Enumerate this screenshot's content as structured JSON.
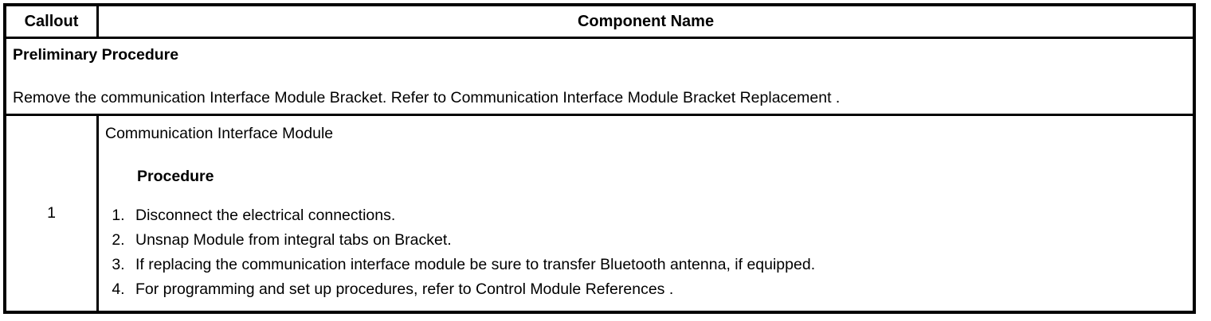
{
  "table": {
    "header": {
      "callout_label": "Callout",
      "component_name_label": "Component Name"
    },
    "preliminary": {
      "title": "Preliminary Procedure",
      "text": "Remove the communication Interface Module Bracket. Refer to Communication Interface Module Bracket Replacement ."
    },
    "row": {
      "callout": "1",
      "component": "Communication Interface Module",
      "procedure_label": "Procedure",
      "steps": [
        "Disconnect the electrical connections.",
        "Unsnap Module from integral tabs on Bracket.",
        "If replacing the communication interface module be sure to transfer Bluetooth antenna, if equipped.",
        "For programming and set up procedures, refer to Control Module References ."
      ]
    }
  },
  "colors": {
    "border": "#000000",
    "text": "#000000",
    "background": "#ffffff"
  }
}
